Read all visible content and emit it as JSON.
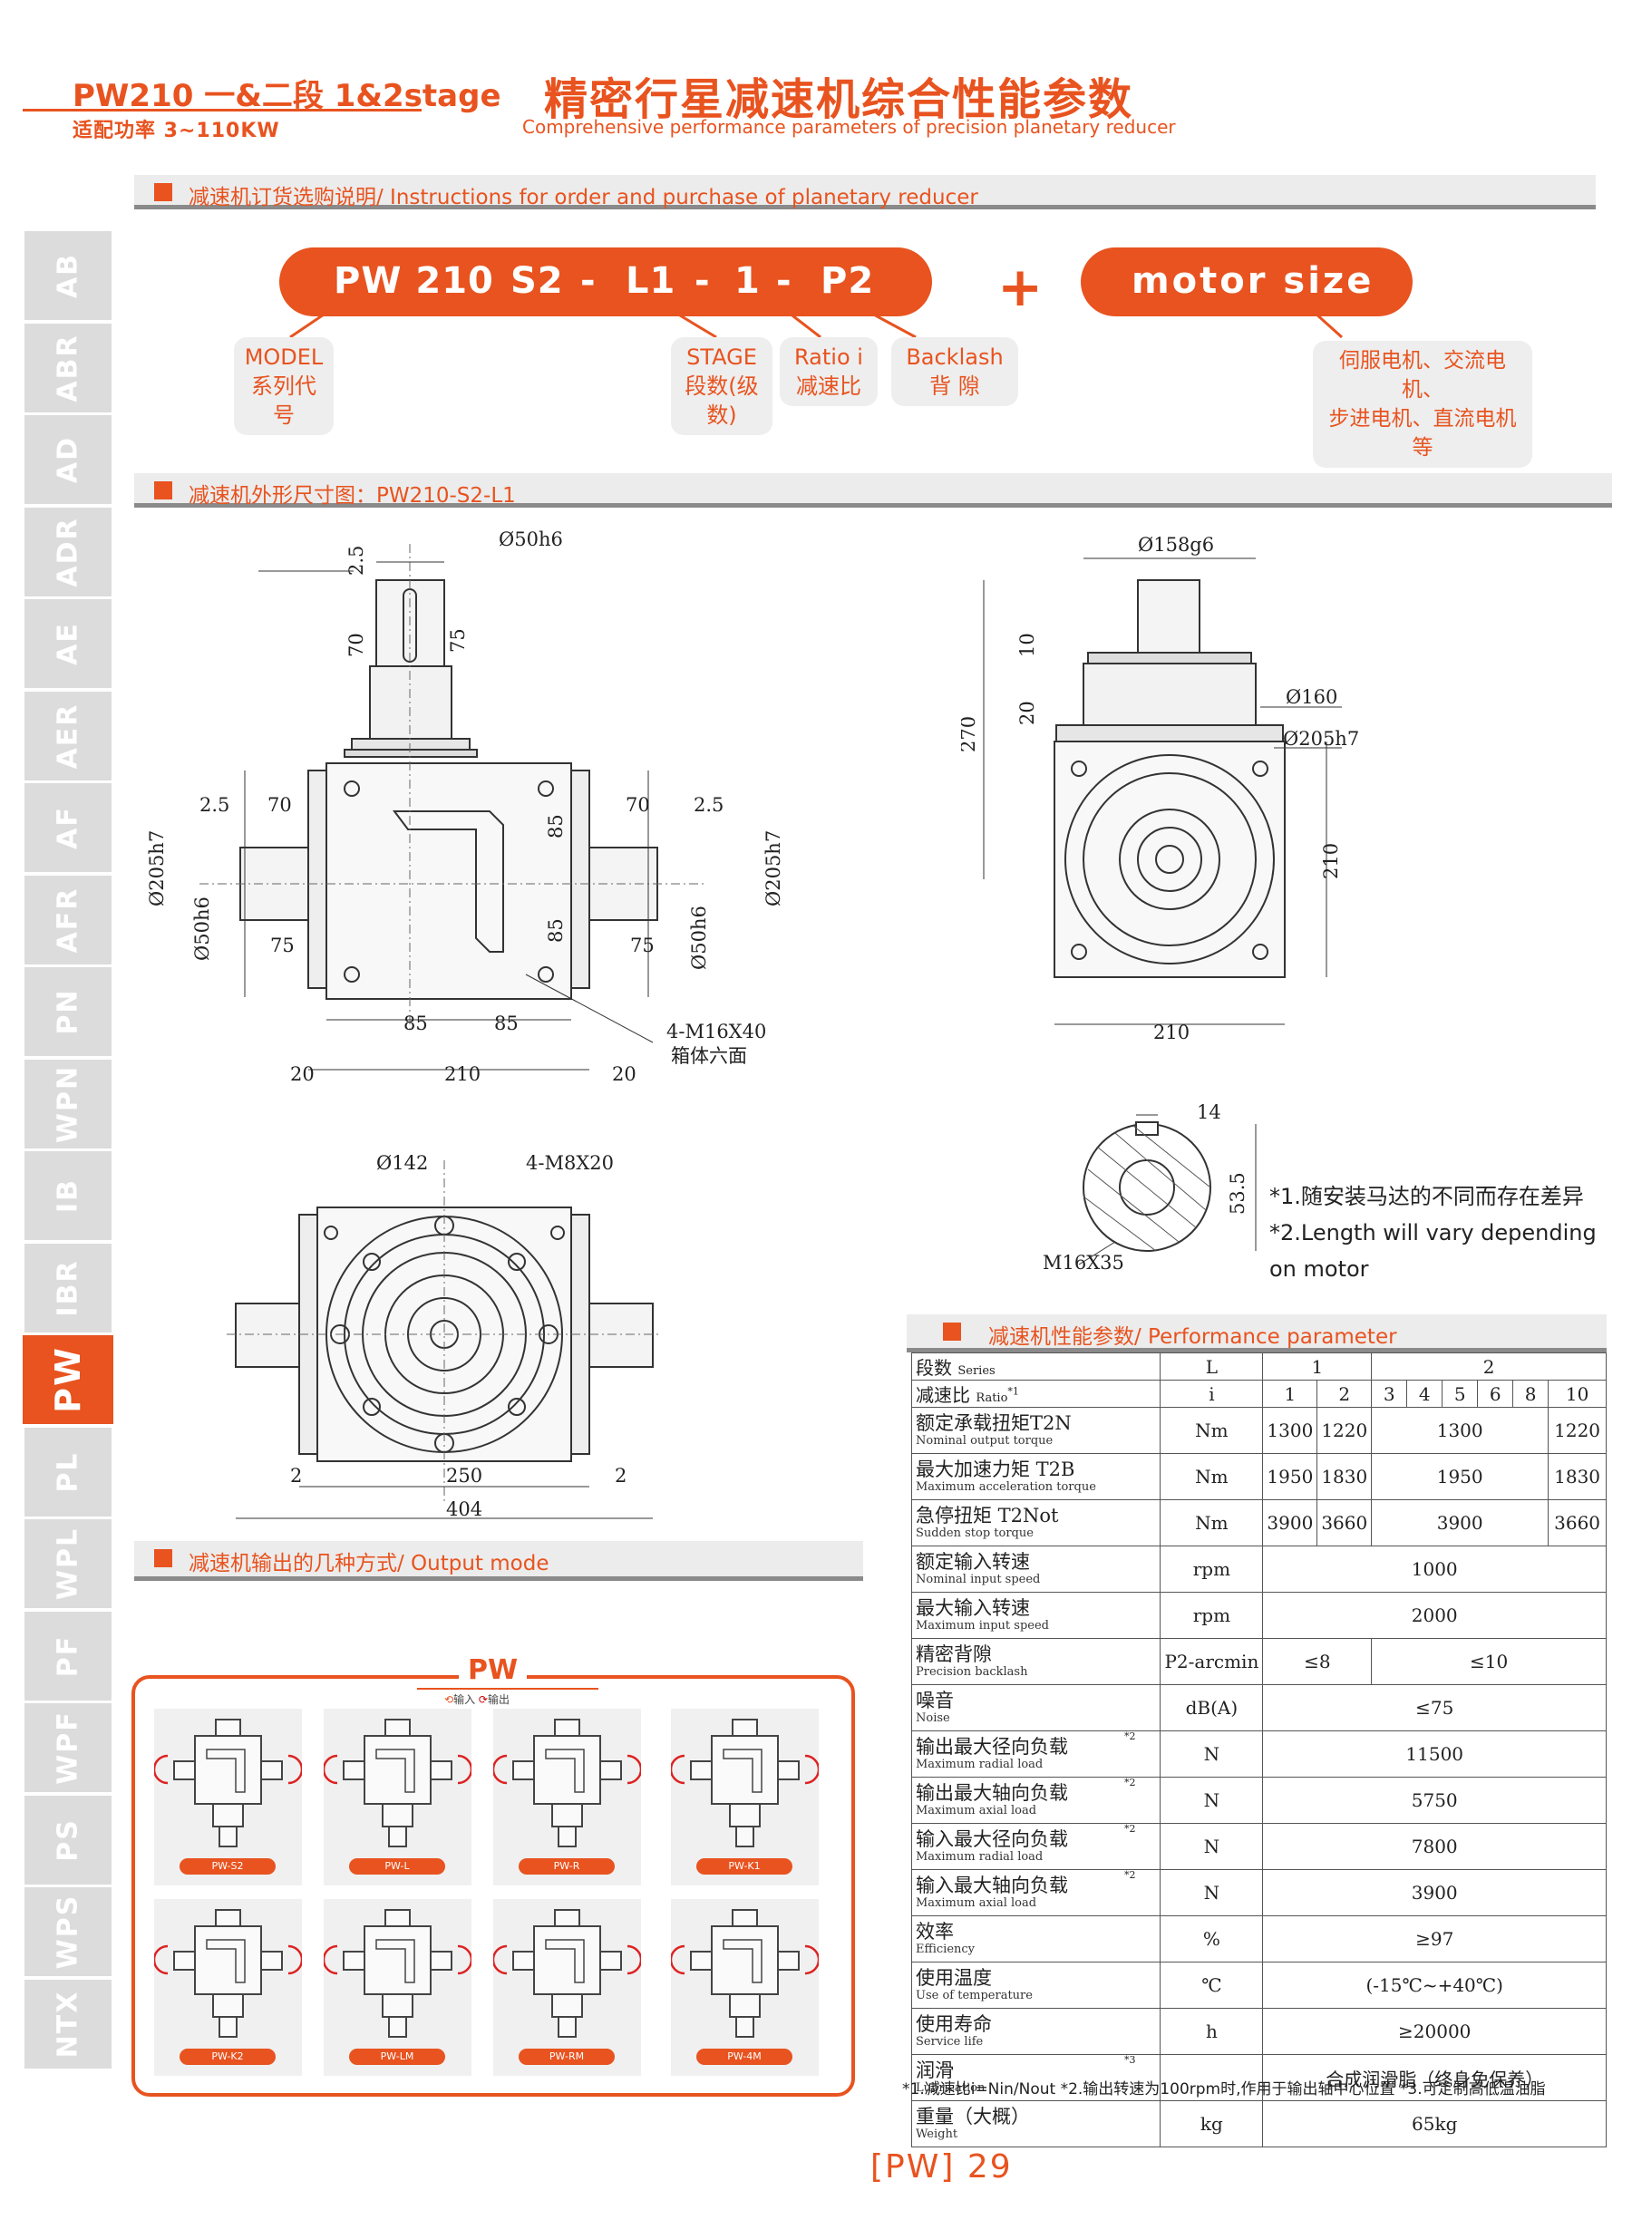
{
  "header": {
    "series_title": "PW210 一&二段 1&2stage",
    "power_range": "适配功率  3~110KW",
    "title_cn": "精密行星减速机综合性能参数",
    "title_en": "Comprehensive performance parameters of precision planetary reducer"
  },
  "sections": {
    "order": "减速机订货选购说明/ Instructions for order and purchase of planetary reducer",
    "dimension": "减速机外形尺寸图：PW210-S2-L1",
    "output_mode": "减速机输出的几种方式/ Output mode",
    "performance": "减速机性能参数/ Performance parameter"
  },
  "side_tabs": [
    "AB",
    "ABR",
    "AD",
    "ADR",
    "AE",
    "AER",
    "AF",
    "AFR",
    "PN",
    "WPN",
    "IB",
    "IBR",
    "PW",
    "PL",
    "WPL",
    "PF",
    "WPF",
    "PS",
    "WPS",
    "NTX"
  ],
  "active_tab": "PW",
  "model_code": {
    "parts": [
      "PW 210",
      "S2",
      "-",
      "L1",
      "-",
      "1",
      "-",
      "P2"
    ],
    "plus": "+",
    "motor": "motor size",
    "callouts": [
      {
        "line1": "MODEL",
        "line2": "系列代号"
      },
      {
        "line1": "STAGE",
        "line2": "段数(级数)"
      },
      {
        "line1": "Ratio i",
        "line2": "减速比"
      },
      {
        "line1": "Backlash",
        "line2": "背  隙"
      },
      {
        "line1": "伺服电机、交流电机、",
        "line2": "步进电机、直流电机等"
      }
    ]
  },
  "drawing_labels": {
    "front": {
      "shaft_dia": "Ø50h6",
      "d25": "2.5",
      "d70": "70",
      "d75": "75",
      "left_25": "2.5",
      "left_70": "70",
      "right_70": "70",
      "right_25": "2.5",
      "flange_dia": "Ø205h7",
      "out_shaft": "Ø50h6",
      "d85a": "85",
      "d85b": "85",
      "l75": "75",
      "r75": "75",
      "out_shaft_r": "Ø50h6",
      "flange_r": "Ø205h7",
      "b85a": "85",
      "b85b": "85",
      "w20a": "20",
      "w210": "210",
      "w20b": "20",
      "holes": "4-M16X40",
      "holes_note": "箱体六面"
    },
    "side": {
      "dia158": "Ø158g6",
      "dia160": "Ø160",
      "dia205": "Ø205h7",
      "h270": "270",
      "h10": "10",
      "h20": "20",
      "h210": "210",
      "w210": "210"
    },
    "bottom": {
      "dia142": "Ø142",
      "holes": "4-M8X20",
      "d2a": "2",
      "d250": "250",
      "d2b": "2",
      "d404": "404"
    },
    "keyway": {
      "w14": "14",
      "h535": "53.5",
      "thread": "M16X35"
    },
    "notes": [
      "*1.随安装马达的不同而存在差异",
      "*2.Length will vary depending",
      "on motor"
    ]
  },
  "output_mode": {
    "title": "PW",
    "legend_in": "输入",
    "legend_out": "输出",
    "types": [
      "PW-S2",
      "PW-L",
      "PW-R",
      "PW-K1",
      "PW-K2",
      "PW-LM",
      "PW-RM",
      "PW-4M"
    ]
  },
  "performance": {
    "header": {
      "series_cn": "段数",
      "series_en": "Series",
      "unit": "L",
      "stage1": "1",
      "stage2": "2"
    },
    "ratio": {
      "cn": "减速比",
      "en": "Ratio",
      "sup": "*1",
      "unit": "i",
      "values": [
        "1",
        "2",
        "3",
        "4",
        "5",
        "6",
        "8",
        "10"
      ]
    },
    "rows": [
      {
        "cn": "额定承载扭矩T2N",
        "en": "Nominal output torque",
        "unit": "Nm",
        "v": [
          "1300",
          "1220",
          "1300",
          "1220"
        ]
      },
      {
        "cn": "最大加速力矩 T2B",
        "en": "Maximum acceleration torque",
        "unit": "Nm",
        "v": [
          "1950",
          "1830",
          "1950",
          "1830"
        ]
      },
      {
        "cn": "急停扭矩 T2Not",
        "en": "Sudden stop torque",
        "unit": "Nm",
        "v": [
          "3900",
          "3660",
          "3900",
          "3660"
        ]
      },
      {
        "cn": "额定输入转速",
        "en": "Nominal input speed",
        "unit": "rpm",
        "all": "1000"
      },
      {
        "cn": "最大输入转速",
        "en": "Maximum input speed",
        "unit": "rpm",
        "all": "2000"
      },
      {
        "cn": "精密背隙",
        "en": "Precision backlash",
        "unit": "P2-arcmin",
        "s1": "≤8",
        "s2": "≤10"
      },
      {
        "cn": "噪音",
        "en": "Noise",
        "unit": "dB(A)",
        "all": "≤75"
      },
      {
        "cn": "输出最大径向负载",
        "en": "Maximum radial load",
        "sup": "*2",
        "unit": "N",
        "all": "11500"
      },
      {
        "cn": "输出最大轴向负载",
        "en": "Maximum axial load",
        "sup": "*2",
        "unit": "N",
        "all": "5750"
      },
      {
        "cn": "输入最大径向负载",
        "en": "Maximum radial load",
        "sup": "*2",
        "unit": "N",
        "all": "7800"
      },
      {
        "cn": "输入最大轴向负载",
        "en": "Maximum axial load",
        "sup": "*2",
        "unit": "N",
        "all": "3900"
      },
      {
        "cn": "效率",
        "en": "Efficiency",
        "unit": "%",
        "all": "≥97"
      },
      {
        "cn": "使用温度",
        "en": "Use of temperature",
        "unit": "℃",
        "all": "(-15℃~+40℃)"
      },
      {
        "cn": "使用寿命",
        "en": "Service life",
        "unit": "h",
        "all": "≥20000"
      },
      {
        "cn": "润滑",
        "en": "Lubrication",
        "sup": "*3",
        "unit": "",
        "all": "合成润滑脂（终身免保养）"
      },
      {
        "cn": "重量（大概）",
        "en": "Weight",
        "unit": "kg",
        "all": "65kg"
      }
    ],
    "footnote": "*1.减速比i=Nin/Nout   *2.输出转速为100rpm时,作用于输出轴中心位置   *3.可定制高低温油脂"
  },
  "page_number": "[PW] 29"
}
